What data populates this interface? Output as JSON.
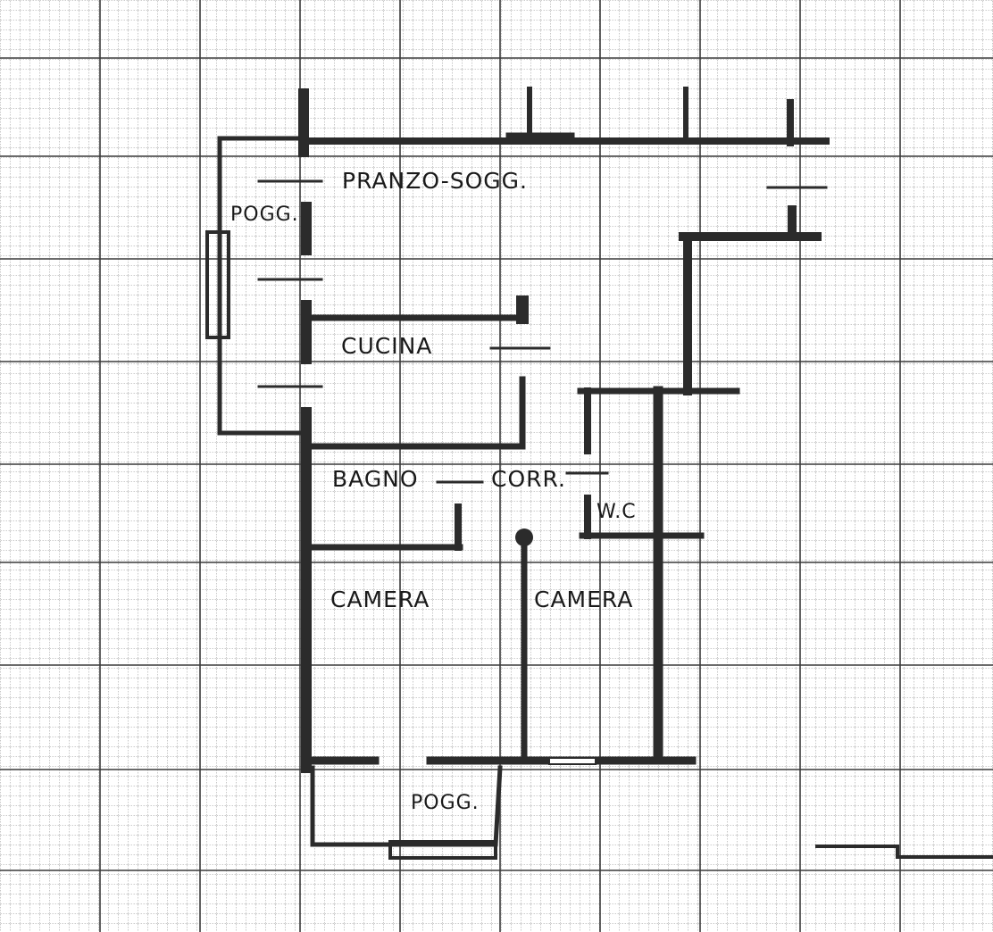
{
  "plan": {
    "rooms": {
      "pranzo": "PRANZO-SOGG.",
      "pogg_left": "POGG.",
      "cucina": "CUCINA",
      "bagno": "BAGNO",
      "corr": "CORR.",
      "wc": "W.C",
      "camera_left": "CAMERA",
      "camera_right": "CAMERA",
      "pogg_bottom": "POGG."
    },
    "colors": {
      "paper": "#ffffff",
      "grid_fine": "#9a9a9a",
      "grid_major": "#3a3a3a",
      "wall": "#2b2b2b",
      "text": "#1a1a1a"
    }
  }
}
